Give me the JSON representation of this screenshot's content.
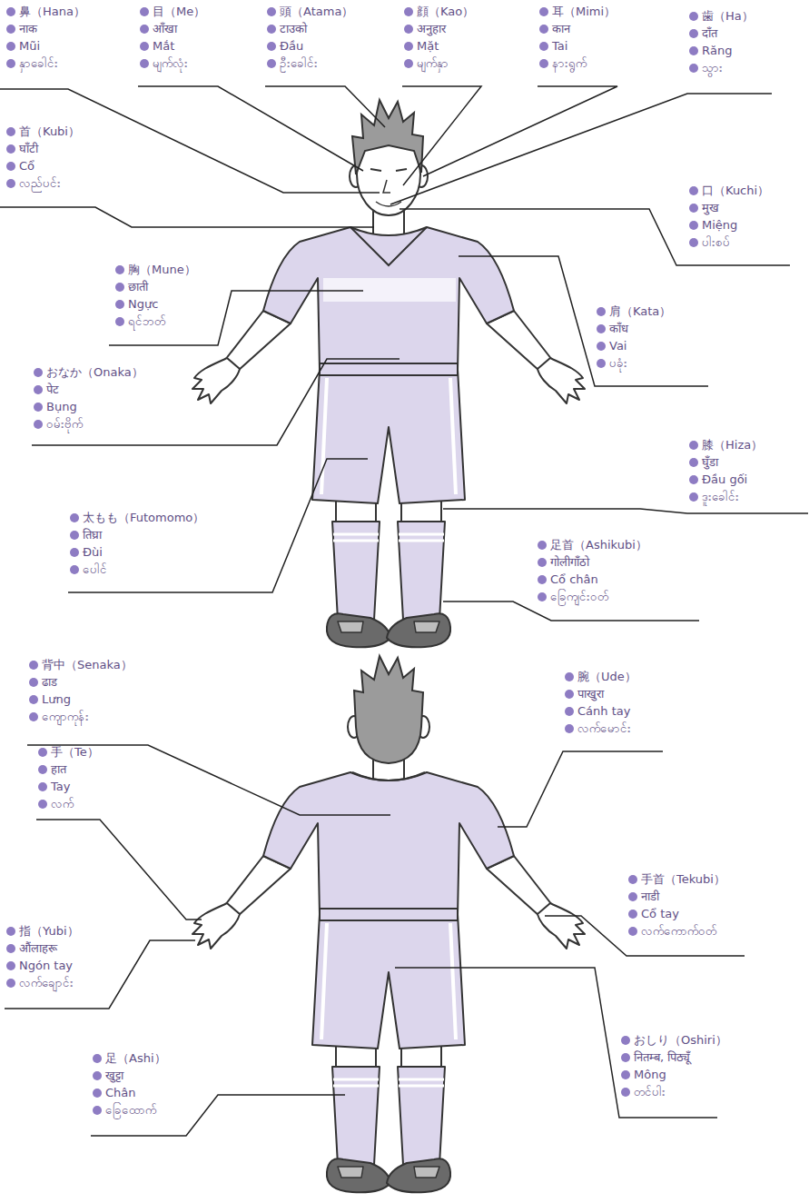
{
  "diagram": {
    "labels": [
      "鼻（Hana）",
      "नाक",
      "Mũi",
      "နှာခေါင်း",
      "目（Me）",
      "आँखा",
      "Mắt",
      "မျက်လုံး",
      "頭（Atama）",
      "टाउको",
      "Đầu",
      "ဦးခေါင်း",
      "顔（Kao）",
      "अनुहार",
      "Mặt",
      "မျက်နှာ",
      "耳（Mimi）",
      "कान",
      "Tai",
      "နားရွက်",
      "歯（Ha）",
      "दाँत",
      "Răng",
      "သွား",
      "首（Kubi）",
      "घाँटी",
      "Cổ",
      "လည်ပင်း",
      "口（Kuchi）",
      "मुख",
      "Miệng",
      "ပါးစပ်",
      "胸（Mune）",
      "छाती",
      "Ngực",
      "ရင်ဘတ်",
      "肩（Kata）",
      "काँध",
      "Vai",
      "ပခုံး",
      "おなか（Onaka）",
      "पेट",
      "Bụng",
      "ဝမ်းဗိုက်",
      "膝（Hiza）",
      "घुँडा",
      "Đầu gối",
      "ဒူးခေါင်း",
      "太もも（Futomomo）",
      "तिघ्रा",
      "Đùi",
      "ပေါင်",
      "足首（Ashikubi）",
      "गोलीगाँठो",
      "Cổ chân",
      "ခြေကျင်းဝတ်",
      "背中（Senaka）",
      "ढाड",
      "Lưng",
      "ကျောကုန်း",
      "腕（Ude）",
      "पाखुरा",
      "Cánh tay",
      "လက်မောင်း",
      "手（Te）",
      "हात",
      "Tay",
      "လက်",
      "手首（Tekubi）",
      "नाडी",
      "Cổ tay",
      "လက်ကောက်ဝတ်",
      "指（Yubi）",
      "औंलाहरू",
      "Ngón tay",
      "လက်ချောင်း",
      "おしり（Oshiri）",
      "नितम्ब, पिठ्यूँ",
      "Mông",
      "တင်ပါး",
      "足（Ashi）",
      "खुट्टा",
      "Chân",
      "ခြေထောက်"
    ]
  }
}
